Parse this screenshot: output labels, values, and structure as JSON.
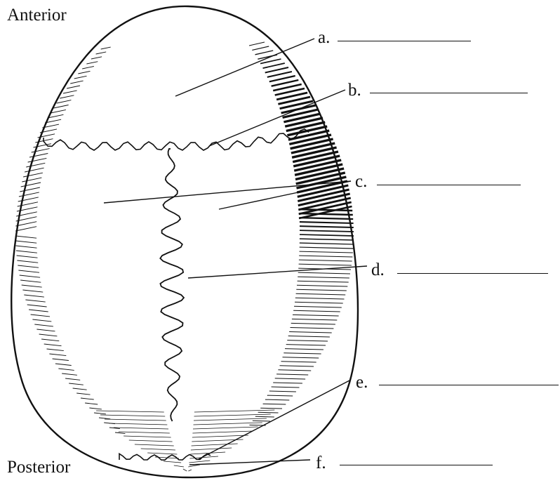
{
  "orientation": {
    "top": "Anterior",
    "bottom": "Posterior"
  },
  "labels": [
    {
      "id": "a",
      "text": "a."
    },
    {
      "id": "b",
      "text": "b."
    },
    {
      "id": "c",
      "text": "c."
    },
    {
      "id": "d",
      "text": "d."
    },
    {
      "id": "e",
      "text": "e."
    },
    {
      "id": "f",
      "text": "f."
    }
  ],
  "colors": {
    "ink": "#111111",
    "background": "#ffffff"
  }
}
